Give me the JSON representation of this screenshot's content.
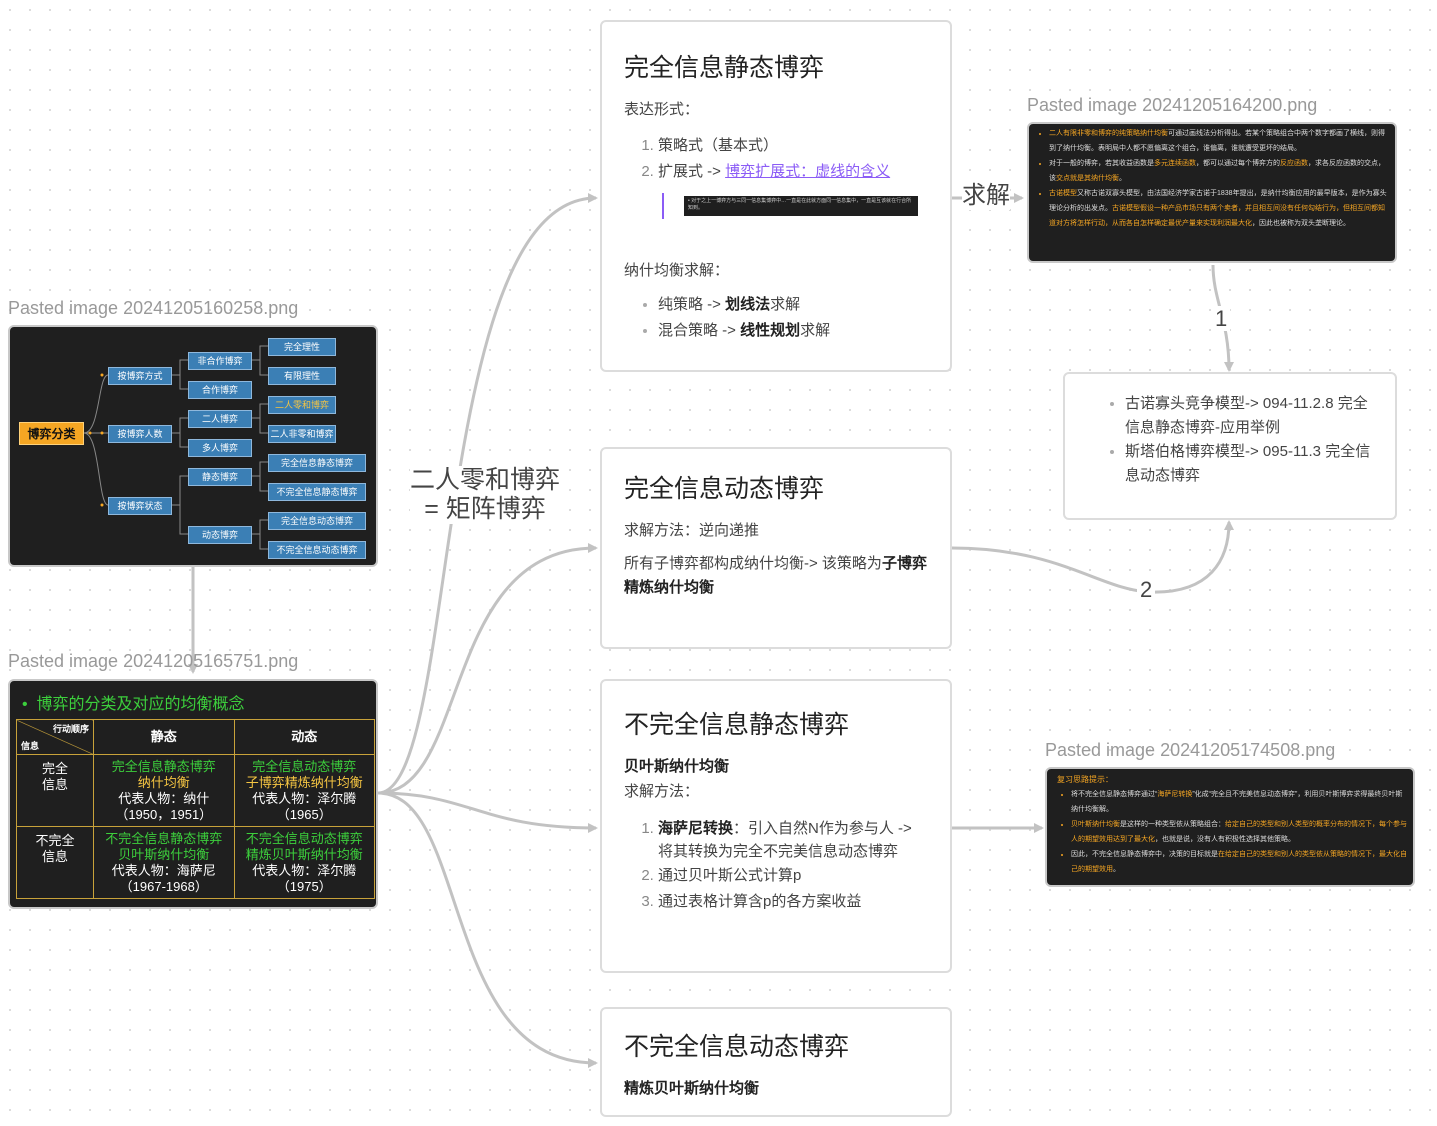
{
  "edges": {
    "zero_sum_label_1": "二人零和博弈",
    "zero_sum_label_2": "= 矩阵博弈",
    "solve_label": "求解",
    "ref_1": "1",
    "ref_2": "2"
  },
  "images": {
    "taxonomy": {
      "filename": "Pasted image 20241205160258.png",
      "root": "博弈分类",
      "l1": [
        "按博弈方式",
        "按博弈人数",
        "按博弈状态"
      ],
      "l2": [
        "非合作博弈",
        "合作博弈",
        "二人博弈",
        "多人博弈",
        "静态博弈",
        "动态博弈"
      ],
      "l3": [
        "完全理性",
        "有限理性",
        "二人零和博弈",
        "二人非零和博弈",
        "完全信息静态博弈",
        "不完全信息静态博弈",
        "完全信息动态博弈",
        "不完全信息动态博弈"
      ]
    },
    "table": {
      "filename": "Pasted image 20241205165751.png",
      "title": "博弈的分类及对应的均衡概念",
      "corner_top": "行动顺序",
      "corner_bottom": "信息",
      "col_static": "静态",
      "col_dynamic": "动态",
      "row1": "完全\n信息",
      "row2": "不完全\n信息",
      "c11a": "完全信息静态博弈",
      "c11b": "纳什均衡",
      "c11c": "代表人物：纳什",
      "c11d": "（1950，1951）",
      "c12a": "完全信息动态博弈",
      "c12b": "子博弈精炼纳什均衡",
      "c12c": "代表人物：泽尔腾",
      "c12d": "（1965）",
      "c21a": "不完全信息静态博弈",
      "c21b": "贝叶斯纳什均衡",
      "c21c": "代表人物：海萨尼",
      "c21d": "（1967-1968）",
      "c22a": "不完全信息动态博弈",
      "c22b": "精炼贝叶斯纳什均衡",
      "c22c": "代表人物：泽尔腾",
      "c22d": "（1975）"
    },
    "solve": {
      "filename": "Pasted image 20241205164200.png",
      "b1a": "二人有限非零和博弈的纯策略纳什均衡",
      "b1b": "可通过画线法分析得出。若某个策略组合中两个数字都画了横线，则得到了纳什均衡。表明局中人都不愿偏离这个组合，谁偏离，谁就遭受更坏的结局。",
      "b2a": "对于一般的博弈，若其收益函数是",
      "b2b": "多元连续函数",
      "b2c": "，都可以通过每个博弈方的",
      "b2d": "反应函数",
      "b2e": "，求各反应函数的交点，该",
      "b2f": "交点就是其纳什均衡",
      "b2g": "。",
      "b3a": "古诺模型",
      "b3b": "又称古诺双寡头模型，由法国经济学家古诺于1838年提出，是纳什均衡应用的最早版本，是作为寡头理论分析的出发点。",
      "b3c": "古诺模型假设一种产品市场只有两个卖者，并且相互间没有任何勾结行为，但相互间都知道对方将怎样行动，从而各自怎样确定最优产量来实现利润最大化",
      "b3d": "，因此也被称为双头垄断理论。"
    },
    "review": {
      "filename": "Pasted image 20241205174508.png",
      "title": "复习思路提示：",
      "b1a": "将不完全信息静态博弈通过“",
      "b1b": "海萨尼转换",
      "b1c": "”化成“完全且不完美信息动态博弈”，利用贝叶斯博弈求得最终贝叶斯纳什均衡解。",
      "b2a": "贝叶斯纳什均衡",
      "b2b": "是这样的一种类型依从策略组合：",
      "b2c": "给定自己的类型和别人类型的概率分布的情况下，每个参与人的期望效用达到了最大化",
      "b2d": "，也就是说，没有人有积极性选择其他策略。",
      "b3a": "因此，不完全信息静态博弈中，决策的目标就是",
      "b3b": "在给定自己的类型和别人的类型依从策略的情况下，最大化自己的期望效用",
      "b3c": "。"
    }
  },
  "cards": {
    "static_complete": {
      "title": "完全信息静态博弈",
      "form_label": "表达形式：",
      "form_items": [
        "策略式（基本式）"
      ],
      "form_item2_prefix": "扩展式 -> ",
      "form_item2_link": "博弈扩展式：虚线的含义",
      "embed_text_1": "• 对于之上一博弈方与三同一信息集博弈中…一直是在此就方面同一信息集中，一直是互该就在行合所知到。",
      "nash_label": "纳什均衡求解：",
      "pure_prefix": "纯策略 -> ",
      "pure_bold": "划线法",
      "pure_suffix": "求解",
      "mixed_prefix": "混合策略 -> ",
      "mixed_bold": "线性规划",
      "mixed_suffix": "求解"
    },
    "dynamic_complete": {
      "title": "完全信息动态博弈",
      "method": "求解方法：逆向递推",
      "line_prefix": "所有子博弈都构成纳什均衡-> 该策略为",
      "line_bold": "子博弈精炼纳什均衡"
    },
    "static_incomplete": {
      "title": "不完全信息静态博弈",
      "bold_line": "贝叶斯纳什均衡",
      "method": "求解方法：",
      "step1_bold": "海萨尼转换",
      "step1_rest": "：引入自然N作为参与人 -> 将其转换为完全不完美信息动态博弈",
      "step2": "通过贝叶斯公式计算p",
      "step3": "通过表格计算含p的各方案收益"
    },
    "dynamic_incomplete": {
      "title": "不完全信息动态博弈",
      "bold_line": "精炼贝叶斯纳什均衡"
    },
    "examples": {
      "item1": "古诺寡头竞争模型-> 094-11.2.8 完全信息静态博弈-应用举例",
      "item2": "斯塔伯格博弈模型-> 095-11.3 完全信息动态博弈"
    }
  },
  "colors": {
    "edge": "#c2c2c2",
    "link": "#8b5cf6",
    "tree_node": "#3b7fb5",
    "root": "#f5a623",
    "green": "#3ccf3c",
    "highlight": "#f5c542"
  }
}
